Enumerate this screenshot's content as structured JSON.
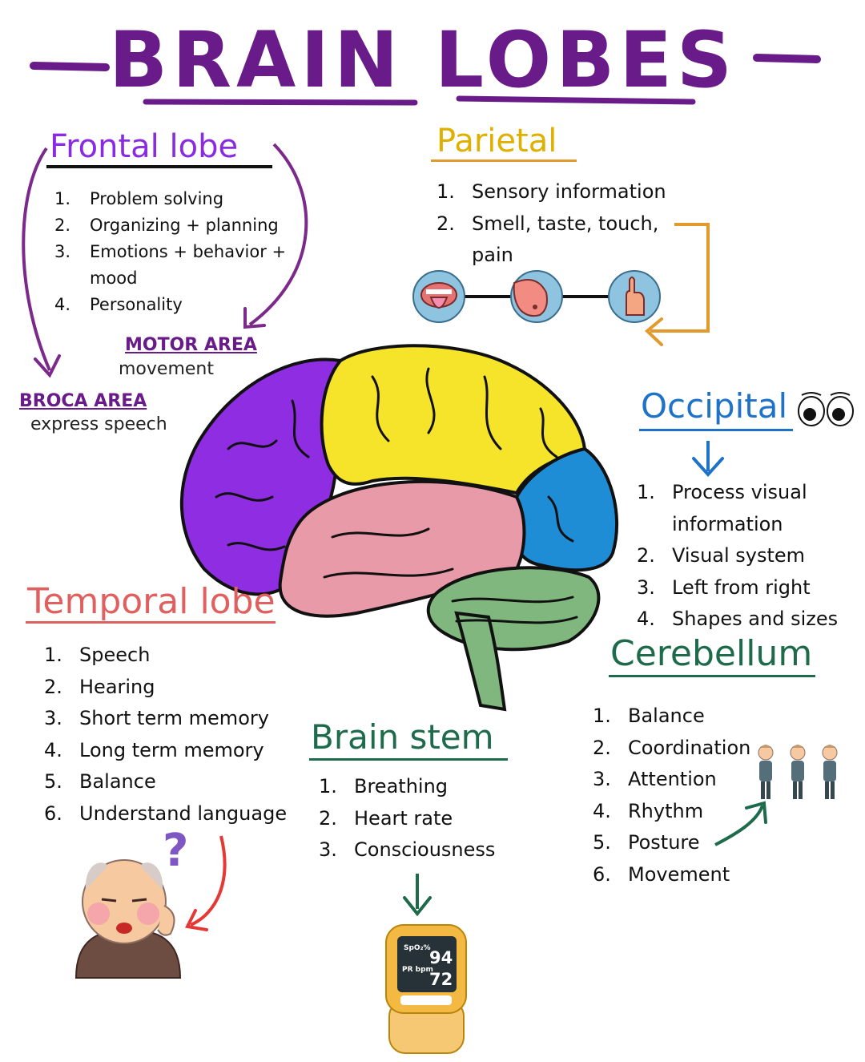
{
  "title": "BRAIN LOBES",
  "colors": {
    "title": "#6a1b8a",
    "frontal": "#8a2be2",
    "parietal": "#e0b000",
    "occipital": "#1e73c8",
    "temporal": "#e06060",
    "cerebellum": "#1d6b4a",
    "brain_stem": "#1d6b4a"
  },
  "frontal": {
    "title": "Frontal lobe",
    "items": [
      {
        "num": "1.",
        "text": "Problem solving"
      },
      {
        "num": "2.",
        "text": "Organizing + planning"
      },
      {
        "num": "3.",
        "text": "Emotions + behavior +"
      },
      {
        "num": "",
        "text": "mood"
      },
      {
        "num": "4.",
        "text": "Personality"
      }
    ]
  },
  "motor_area": {
    "title": "MOTOR AREA",
    "desc": "movement"
  },
  "broca_area": {
    "title": "BROCA AREA",
    "desc": "express speech"
  },
  "parietal": {
    "title": "Parietal",
    "items": [
      {
        "num": "1.",
        "text": "Sensory information"
      },
      {
        "num": "2.",
        "text": "Smell, taste, touch,"
      },
      {
        "num": "",
        "text": "pain"
      }
    ],
    "icons": [
      "tongue-icon",
      "nose-icon",
      "hand-icon"
    ]
  },
  "occipital": {
    "title": "Occipital",
    "items": [
      {
        "num": "1.",
        "text": "Process visual"
      },
      {
        "num": "",
        "text": "information"
      },
      {
        "num": "2.",
        "text": "Visual system"
      },
      {
        "num": "3.",
        "text": "Left from right"
      },
      {
        "num": "4.",
        "text": "Shapes and sizes"
      }
    ]
  },
  "temporal": {
    "title": "Temporal lobe",
    "items": [
      {
        "num": "1.",
        "text": "Speech"
      },
      {
        "num": "2.",
        "text": "Hearing"
      },
      {
        "num": "3.",
        "text": "Short term memory"
      },
      {
        "num": "4.",
        "text": "Long term memory"
      },
      {
        "num": "5.",
        "text": "Balance"
      },
      {
        "num": "6.",
        "text": "Understand language"
      }
    ]
  },
  "brain_stem": {
    "title": "Brain stem",
    "items": [
      {
        "num": "1.",
        "text": "Breathing"
      },
      {
        "num": "2.",
        "text": "Heart rate"
      },
      {
        "num": "3.",
        "text": "Consciousness"
      }
    ]
  },
  "cerebellum": {
    "title": "Cerebellum",
    "items": [
      {
        "num": "1.",
        "text": "Balance"
      },
      {
        "num": "2.",
        "text": "Coordination"
      },
      {
        "num": "3.",
        "text": "Attention"
      },
      {
        "num": "4.",
        "text": "Rhythm"
      },
      {
        "num": "5.",
        "text": "Posture"
      },
      {
        "num": "6.",
        "text": "Movement"
      }
    ]
  },
  "oximeter": {
    "spo2_label": "SpO₂%",
    "spo2_value": "94",
    "pr_label": "PR bpm",
    "pr_value": "72"
  },
  "question_mark": "?"
}
